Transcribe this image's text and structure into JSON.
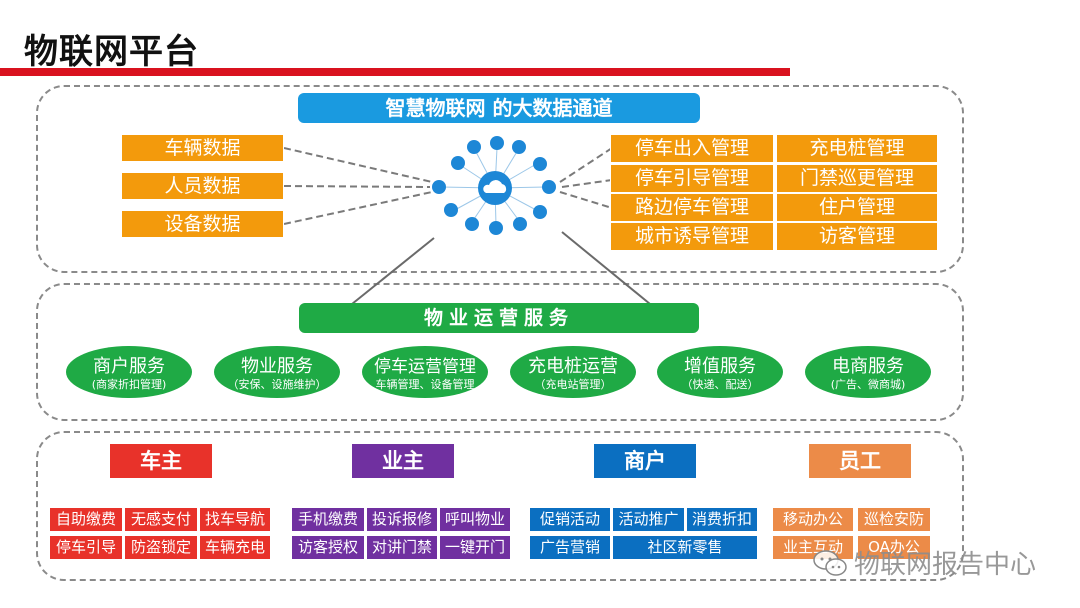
{
  "header": {
    "title": "物联网平台"
  },
  "data_channel": {
    "banner": "智慧物联网 的大数据通道",
    "inputs": [
      "车辆数据",
      "人员数据",
      "设备数据"
    ],
    "hub_icon": "cloud-iot-hub-icon",
    "hub_satellites": [
      "mic-icon",
      "tools-icon",
      "headphones-icon",
      "gear-icon",
      "monitor-icon",
      "wifi-icon",
      "box-icon",
      "user-icon",
      "phone-icon",
      "gamepad-icon",
      "lightbulb-icon",
      "home-icon"
    ],
    "outputs_left": [
      "停车出入管理",
      "停车引导管理",
      "路边停车管理",
      "城市诱导管理"
    ],
    "outputs_right": [
      "充电桩管理",
      "门禁巡更管理",
      "住户管理",
      "访客管理"
    ]
  },
  "operations": {
    "banner": "物业运营服务",
    "services": [
      {
        "name": "商户服务",
        "detail": "(商家折扣管理)"
      },
      {
        "name": "物业服务",
        "detail": "（安保、设施维护）"
      },
      {
        "name": "停车运营管理",
        "detail": "车辆管理、设备管理"
      },
      {
        "name": "充电桩运营",
        "detail": "（充电站管理）"
      },
      {
        "name": "增值服务",
        "detail": "（快递、配送）"
      },
      {
        "name": "电商服务",
        "detail": "(广告、微商城)"
      }
    ]
  },
  "users": {
    "groups": [
      {
        "label": "车主",
        "color": "#e8322a",
        "row1": [
          "自助缴费",
          "无感支付",
          "找车导航"
        ],
        "row2": [
          "停车引导",
          "防盗锁定",
          "车辆充电"
        ]
      },
      {
        "label": "业主",
        "color": "#7030a0",
        "row1": [
          "手机缴费",
          "投诉报修",
          "呼叫物业"
        ],
        "row2": [
          "访客授权",
          "对讲门禁",
          "一键开门"
        ]
      },
      {
        "label": "商户",
        "color": "#0b6fc1",
        "row1": [
          "促销活动",
          "活动推广",
          "消费折扣"
        ],
        "row2": [
          "广告营销",
          "社区新零售"
        ]
      },
      {
        "label": "员工",
        "color": "#ec8b48",
        "row1": [
          "移动办公",
          "巡检安防"
        ],
        "row2": [
          "业主互动",
          "OA办公"
        ]
      }
    ]
  },
  "watermark": {
    "text": "物联网报告中心",
    "icon": "wechat-icon"
  },
  "colors": {
    "red_bar": "#d9121f",
    "blue_banner": "#1a9ae0",
    "green": "#1faa45",
    "orange": "#f39a0c"
  }
}
